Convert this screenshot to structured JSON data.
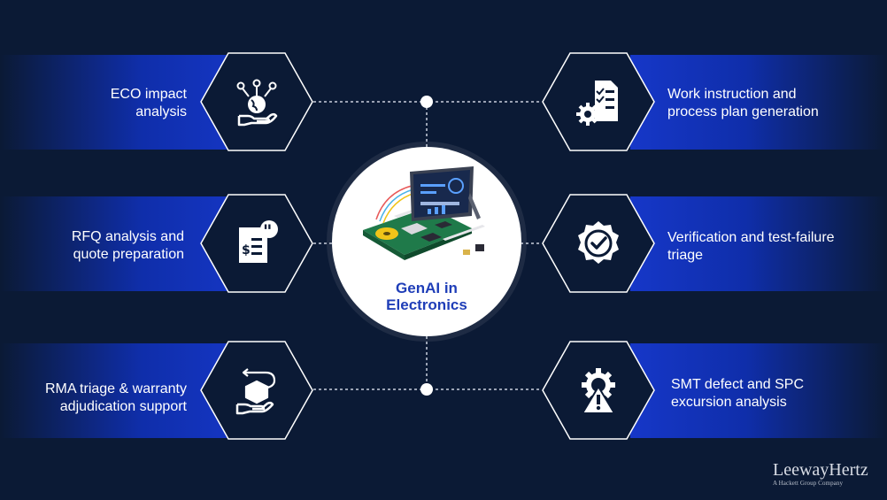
{
  "center": {
    "title_line1": "GenAI in",
    "title_line2": "Electronics"
  },
  "items": {
    "eco": {
      "line1": "ECO impact",
      "line2": "analysis",
      "icon": "globe-network-hand-icon"
    },
    "rfq": {
      "line1": "RFQ analysis and",
      "line2": "quote preparation",
      "icon": "document-quote-icon"
    },
    "rma": {
      "line1": "RMA triage & warranty",
      "line2": "adjudication support",
      "icon": "box-return-hand-icon"
    },
    "work": {
      "line1": "Work instruction and",
      "line2": "process plan generation",
      "icon": "checklist-gear-icon"
    },
    "verify": {
      "line1": "Verification and test-failure",
      "line2": "triage",
      "icon": "verified-badge-icon"
    },
    "smt": {
      "line1": "SMT defect and SPC",
      "line2": "excursion analysis",
      "icon": "gear-warning-icon"
    }
  },
  "brand": {
    "name": "LeewayHertz",
    "tagline": "A Hackett Group Company"
  },
  "colors": {
    "background": "#0b1a35",
    "band": "#1637c8",
    "accent": "#1f3eb8",
    "hex_fill": "#0b1a35",
    "hex_stroke": "#ffffff"
  }
}
